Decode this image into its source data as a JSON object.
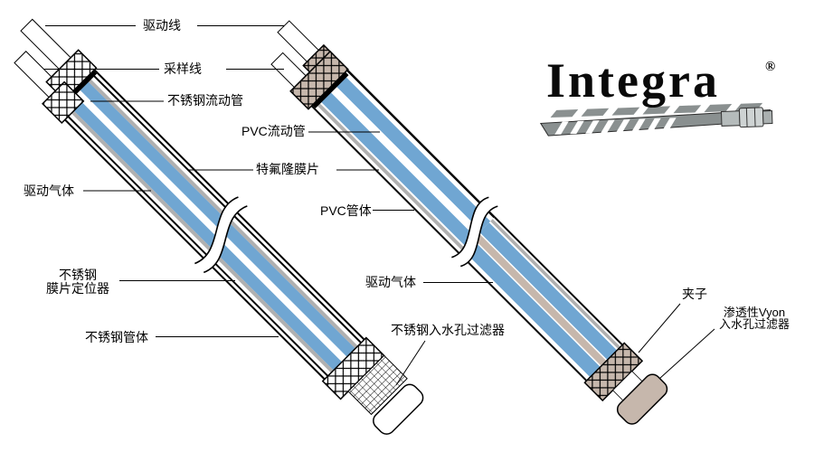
{
  "logo": {
    "brand": "Integra",
    "registered": "®"
  },
  "colors": {
    "blue": "#70a6d2",
    "gray": "#b0b0b0",
    "tan": "#c6b7ac",
    "steel": "#8a9090",
    "steel_light": "#ced3d3",
    "line": "#000000"
  },
  "labels": {
    "drive_line": "驱动线",
    "sample_line": "采样线",
    "ss_flow_tube": "不锈钢流动管",
    "pvc_flow_tube": "PVC流动管",
    "teflon_membrane": "特氟隆膜片",
    "drive_gas_left": "驱动气体",
    "pvc_body": "PVC管体",
    "ss_positioner_line1": "不锈钢",
    "ss_positioner_line2": "膜片定位器",
    "ss_body": "不锈钢管体",
    "drive_gas_right": "驱动气体",
    "ss_inlet_filter": "不锈钢入水孔过滤器",
    "clamp": "夹子",
    "vyon_line1": "渗透性Vyon",
    "vyon_line2": "入水孔过滤器"
  }
}
